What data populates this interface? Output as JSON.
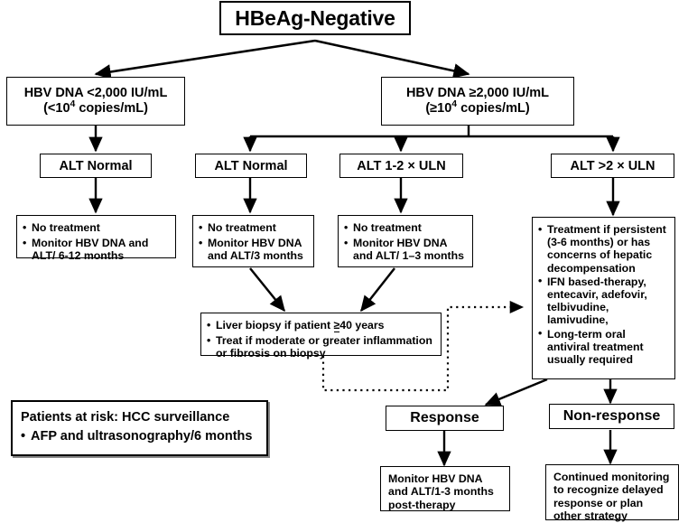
{
  "meta": {
    "diagram_title": "HBeAg-Negative chronic hepatitis B management algorithm",
    "colors": {
      "line": "#000000",
      "box_border": "#000000",
      "background": "#ffffff"
    }
  },
  "nodes": {
    "root": {
      "label": "HBeAg-Negative"
    },
    "dna_low": {
      "line1": "HBV DNA <2,000 IU/mL",
      "line2_pre": "(<10",
      "line2_sup": "4",
      "line2_post": " copies/mL)"
    },
    "dna_high": {
      "line1": "HBV DNA ≥2,000 IU/mL",
      "line2_pre": "(≥10",
      "line2_sup": "4",
      "line2_post": " copies/mL)"
    },
    "alt_normal_left": {
      "label": "ALT Normal"
    },
    "alt_normal_mid": {
      "label": "ALT Normal"
    },
    "alt_1_2": {
      "label": "ALT 1-2 × ULN"
    },
    "alt_gt2": {
      "label": "ALT >2 × ULN"
    },
    "box_left_mgmt": {
      "bullets": [
        "No treatment",
        "Monitor HBV DNA and ALT/ 6-12 months"
      ]
    },
    "box_mid_mgmt": {
      "bullets": [
        "No treatment",
        "Monitor HBV DNA and ALT/3 months"
      ]
    },
    "box_alt12_mgmt": {
      "bullets": [
        "No treatment",
        "Monitor HBV DNA and ALT/ 1–3 months"
      ]
    },
    "box_treatment": {
      "bullets": [
        "Treatment if persistent (3-6 months) or has concerns of hepatic decompensation",
        "IFN based-therapy, entecavir, adefovir, telbivudine, lamivudine,",
        "Long-term oral antiviral treatment usually required"
      ]
    },
    "box_biopsy": {
      "bullet1_pre": "Liver biopsy if patient ",
      "bullet1_ge": "≥",
      "bullet1_post": "40 years",
      "bullet2": "Treat if moderate or greater inflammation or fibrosis on biopsy"
    },
    "response": {
      "label": "Response"
    },
    "non_response": {
      "label": "Non-response"
    },
    "box_response_followup": {
      "text": "Monitor HBV DNA and ALT/1-3 months post-therapy"
    },
    "box_nonresponse_followup": {
      "text": "Continued monitoring to recognize delayed response or plan other strategy"
    },
    "risk_box": {
      "line1": "Patients at risk: HCC surveillance",
      "line2": "AFP and ultrasonography/6 months"
    }
  },
  "edges": [
    {
      "from": "root",
      "to": "dna_low",
      "style": "solid-arrow-diagonal"
    },
    {
      "from": "root",
      "to": "dna_high",
      "style": "solid-arrow-diagonal"
    },
    {
      "from": "dna_low",
      "to": "alt_normal_left",
      "style": "solid-arrow-vertical"
    },
    {
      "from": "dna_high",
      "to": "alt_normal_mid",
      "style": "solid-arrow-orthogonal"
    },
    {
      "from": "dna_high",
      "to": "alt_1_2",
      "style": "solid-arrow-orthogonal"
    },
    {
      "from": "dna_high",
      "to": "alt_gt2",
      "style": "solid-arrow-orthogonal"
    },
    {
      "from": "alt_normal_left",
      "to": "box_left_mgmt",
      "style": "solid-arrow-vertical"
    },
    {
      "from": "alt_normal_mid",
      "to": "box_mid_mgmt",
      "style": "solid-arrow-vertical"
    },
    {
      "from": "alt_1_2",
      "to": "box_alt12_mgmt",
      "style": "solid-arrow-vertical"
    },
    {
      "from": "alt_gt2",
      "to": "box_treatment",
      "style": "solid-arrow-vertical"
    },
    {
      "from": "box_mid_mgmt",
      "to": "box_biopsy",
      "style": "solid-arrow-diagonal"
    },
    {
      "from": "box_alt12_mgmt",
      "to": "box_biopsy",
      "style": "solid-arrow-diagonal"
    },
    {
      "from": "box_biopsy",
      "to": "box_treatment",
      "style": "dotted-arrow-orthogonal"
    },
    {
      "from": "box_treatment",
      "to": "response",
      "style": "solid-arrow-diagonal"
    },
    {
      "from": "box_treatment",
      "to": "non_response",
      "style": "solid-arrow-vertical"
    },
    {
      "from": "response",
      "to": "box_response_followup",
      "style": "solid-arrow-vertical"
    },
    {
      "from": "non_response",
      "to": "box_nonresponse_followup",
      "style": "solid-arrow-vertical"
    }
  ]
}
